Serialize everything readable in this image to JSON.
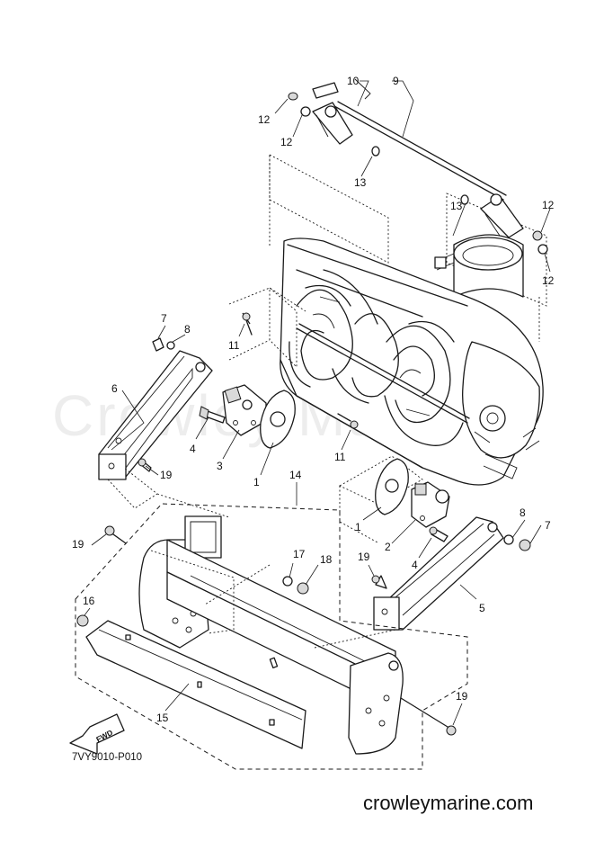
{
  "diagram": {
    "callouts": {
      "c9": "9",
      "c10": "10",
      "c12a": "12",
      "c12b": "12",
      "c12c": "12",
      "c12d": "12",
      "c13a": "13",
      "c13b": "13",
      "c11a": "11",
      "c11b": "11",
      "c7a": "7",
      "c8a": "8",
      "c6": "6",
      "c4a": "4",
      "c3": "3",
      "c1a": "1",
      "c19a": "19",
      "c14": "14",
      "c1b": "1",
      "c2": "2",
      "c4b": "4",
      "c8b": "8",
      "c7b": "7",
      "c5": "5",
      "c19b": "19",
      "c19c": "19",
      "c17": "17",
      "c18": "18",
      "c16": "16",
      "c15": "15",
      "c19d": "19"
    },
    "fwd_label": "FWD",
    "diagram_code": "7VY9010-P010",
    "watermark": "Crowley Marine",
    "site_url": "crowleymarine.com"
  }
}
